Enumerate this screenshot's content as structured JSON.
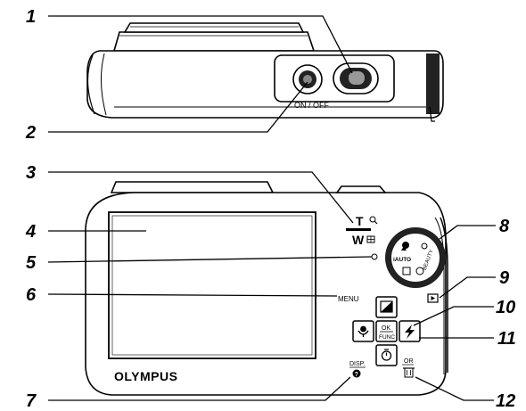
{
  "top_view": {
    "power_label": "ON / OFF"
  },
  "back_view": {
    "brand": "OLYMPUS",
    "zoom_tele": "T",
    "zoom_wide": "W",
    "menu_label": "MENU",
    "ok_label": "OK",
    "func_label": "FUNC",
    "disp_label": "DISP.",
    "help_glyph": "?",
    "or_label": "OR",
    "mode_auto": "iAUTO",
    "mode_beauty": "BEAUTY"
  },
  "callouts": [
    "1",
    "2",
    "3",
    "4",
    "5",
    "6",
    "7",
    "8",
    "9",
    "10",
    "11",
    "12"
  ],
  "icons": {
    "zoom_tele": "magnifier-icon",
    "zoom_wide": "index-grid-icon",
    "playback": "playback-icon",
    "exposure": "exposure-compensation-icon",
    "macro": "macro-icon",
    "flash": "flash-icon",
    "self_timer": "self-timer-icon",
    "help": "help-icon",
    "erase": "trash-icon"
  }
}
